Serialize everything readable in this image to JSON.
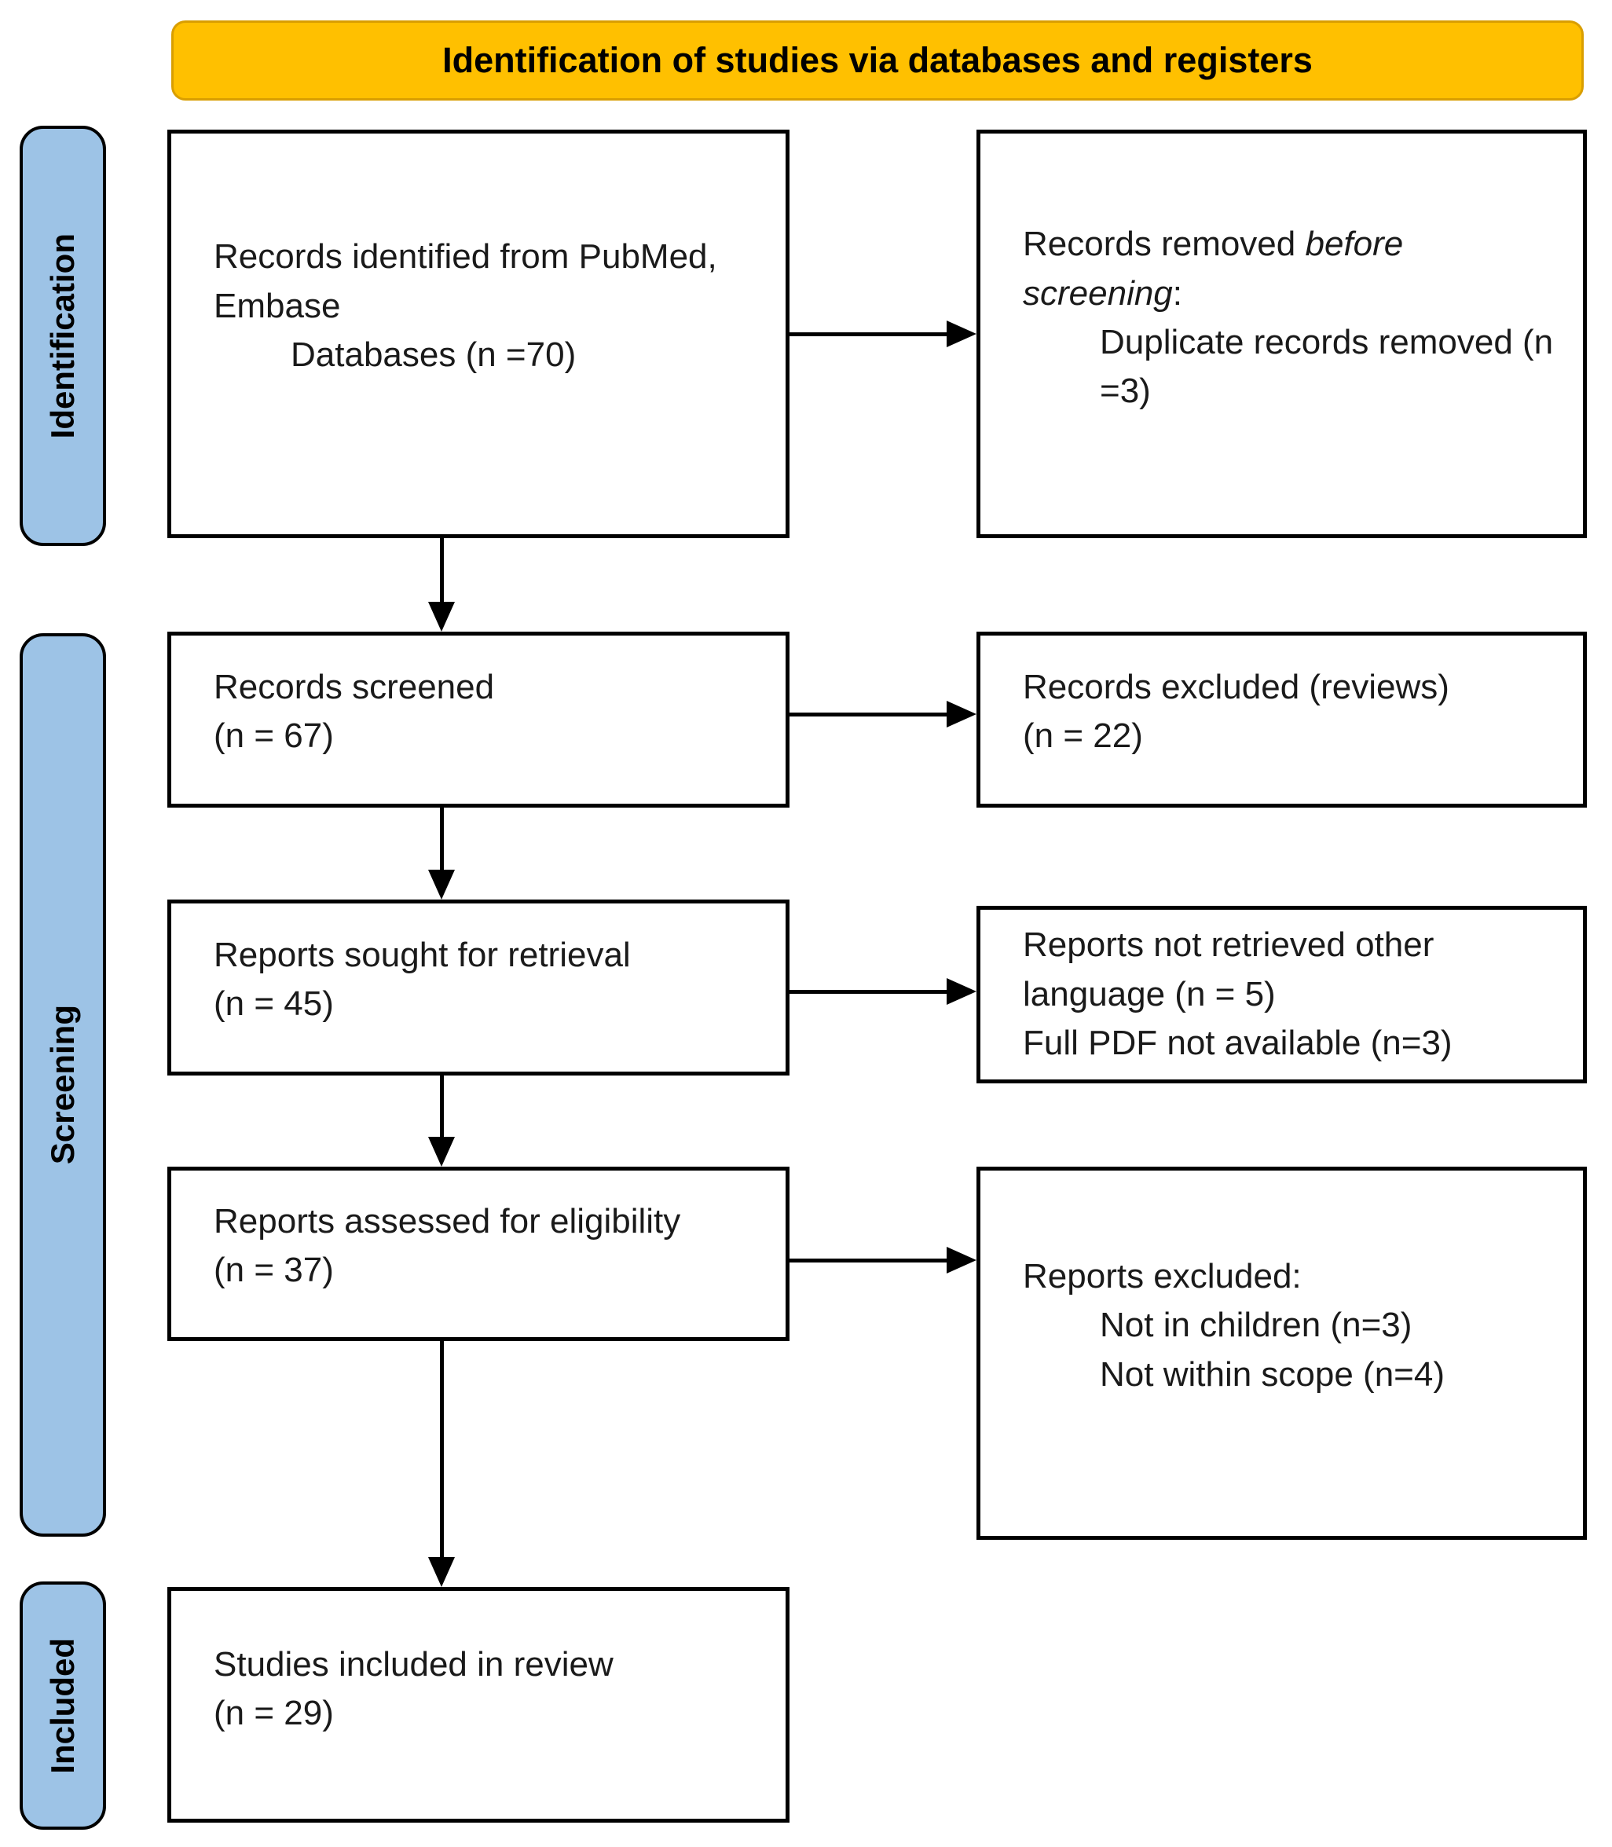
{
  "diagram": {
    "title": "Identification of studies via databases and registers",
    "colors": {
      "banner_bg": "#FFC000",
      "stage_bg": "#9DC3E6",
      "box_border": "#000000",
      "text": "#1A1A1A"
    },
    "stages": [
      {
        "label": "Identification"
      },
      {
        "label": "Screening"
      },
      {
        "label": "Included"
      }
    ],
    "boxes": {
      "records_identified": {
        "lines": [
          "Records identified from PubMed,",
          "Embase"
        ],
        "indented": "Databases (n =70)"
      },
      "records_removed": {
        "prefix": "Records removed ",
        "emphasis": "before screening",
        "suffix": ":",
        "indented_lines": [
          "Duplicate records removed (n",
          "=3)"
        ]
      },
      "records_screened": {
        "lines": [
          "Records screened",
          "(n = 67)"
        ]
      },
      "records_excluded": {
        "lines": [
          "Records excluded (reviews)",
          "(n = 22)"
        ]
      },
      "reports_sought": {
        "lines": [
          "Reports sought for retrieval",
          "(n = 45)"
        ]
      },
      "reports_not_retrieved": {
        "lines": [
          "Reports not retrieved other",
          "language (n = 5)",
          "Full PDF not available (n=3)"
        ]
      },
      "reports_assessed": {
        "lines": [
          "Reports assessed for eligibility",
          "(n = 37)"
        ]
      },
      "reports_excluded": {
        "header": "Reports excluded:",
        "items": [
          "Not in children (n=3)",
          "Not within scope (n=4)"
        ]
      },
      "studies_included": {
        "lines": [
          "Studies included in review",
          "(n = 29)"
        ]
      }
    }
  }
}
